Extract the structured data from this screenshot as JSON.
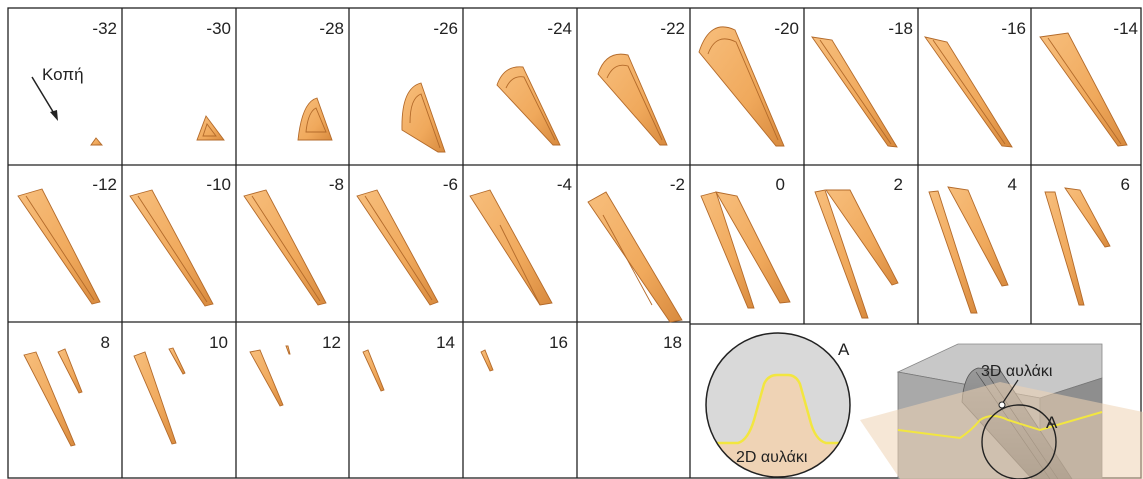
{
  "cut_label": "Κοπή",
  "panels": [
    {
      "value": "-32"
    },
    {
      "value": "-30"
    },
    {
      "value": "-28"
    },
    {
      "value": "-26"
    },
    {
      "value": "-24"
    },
    {
      "value": "-22"
    },
    {
      "value": "-20"
    },
    {
      "value": "-18"
    },
    {
      "value": "-16"
    },
    {
      "value": "-14"
    },
    {
      "value": "-12"
    },
    {
      "value": "-10"
    },
    {
      "value": "-8"
    },
    {
      "value": "-6"
    },
    {
      "value": "-4"
    },
    {
      "value": "-2"
    },
    {
      "value": "0"
    },
    {
      "value": "2"
    },
    {
      "value": "4"
    },
    {
      "value": "6"
    },
    {
      "value": "8"
    },
    {
      "value": "10"
    },
    {
      "value": "12"
    },
    {
      "value": "14"
    },
    {
      "value": "16"
    },
    {
      "value": "18"
    }
  ],
  "detail": {
    "marker": "A",
    "groove_2d_label": "2D αυλάκι",
    "groove_3d_label": "3D αυλάκι",
    "marker_on_model": "A"
  },
  "colors": {
    "shape_fill": "#f0a95c",
    "shape_edge": "#b36a2a",
    "grid_line": "#222222",
    "detail_grey": "#d9d9d9",
    "detail_tan": "#efd3b5",
    "groove_line": "#f2e640"
  }
}
